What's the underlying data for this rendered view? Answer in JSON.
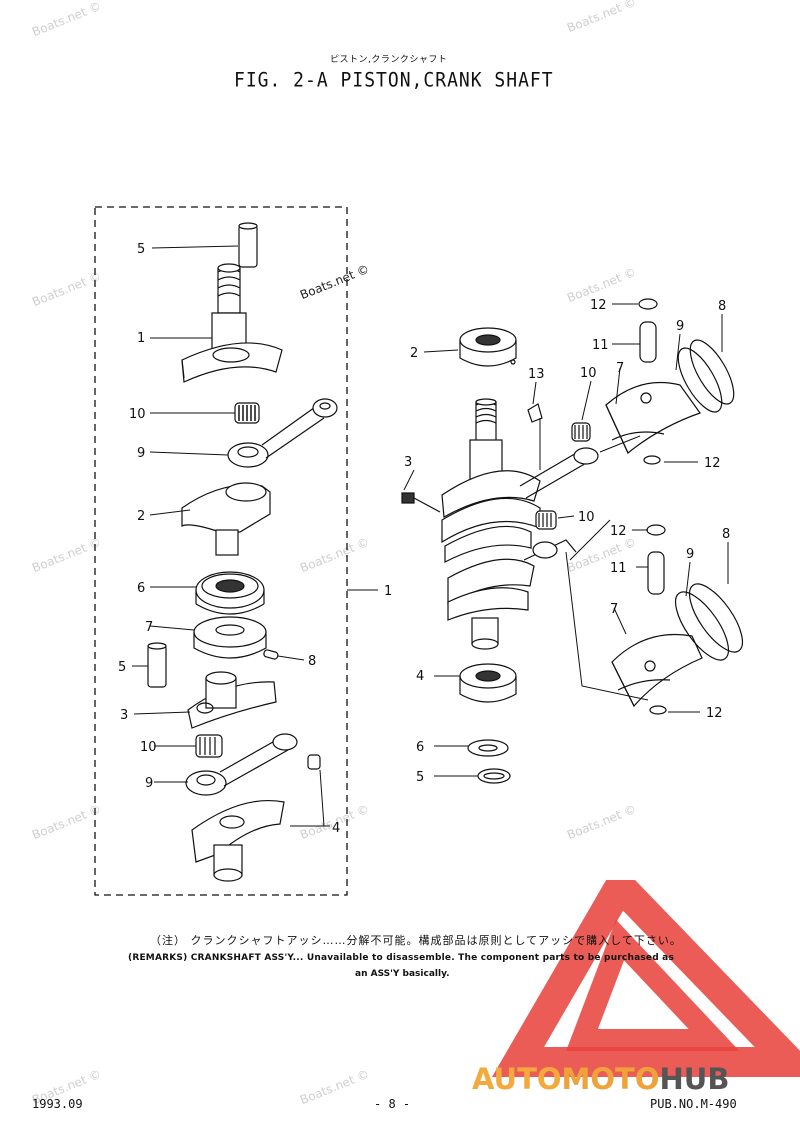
{
  "header": {
    "subtitle_jp": "ピストン,クランクシャフト",
    "title": "FIG.  2-A PISTON,CRANK SHAFT"
  },
  "watermark": {
    "text": "Boats.net ©"
  },
  "callouts": {
    "left_5_top": "5",
    "left_1": "1",
    "left_10_top": "10",
    "left_9_top": "9",
    "left_2": "2",
    "left_6": "6",
    "left_7": "7",
    "left_5_bottom": "5",
    "left_8": "8",
    "left_3": "3",
    "left_10_bottom": "10",
    "left_9_bottom": "9",
    "left_4": "4",
    "assy_1": "1",
    "right_2": "2",
    "right_13": "13",
    "right_10_top": "10",
    "right_7_top": "7",
    "right_9_top": "9",
    "right_8_top": "8",
    "right_11_top": "11",
    "right_12_top_a": "12",
    "right_12_top_b": "12",
    "right_3": "3",
    "right_10_mid": "10",
    "right_12_bot_a": "12",
    "right_11_bot": "11",
    "right_9_bot": "9",
    "right_8_bot": "8",
    "right_7_bot": "7",
    "right_4": "4",
    "right_12_bot_b": "12",
    "right_6": "6",
    "right_5": "5"
  },
  "remarks": {
    "jp": "（注） クランクシャフトアッシ……分解不可能。構成部品は原則としてアッシで購入して下さい。",
    "en_line1": "(REMARKS)   CRANKSHAFT ASS'Y... Unavailable to disassemble. The component parts to be purchased as",
    "en_line2": "an ASS'Y basically."
  },
  "footer": {
    "date": "1993.09",
    "page": "- 8 -",
    "pub_no": "PUB.NO.M-490"
  },
  "logo": {
    "part1": "AUTO",
    "part2": "MOTO",
    "part3": "HUB",
    "colors": {
      "triangle": "#e9403a",
      "auto": "#f4a93c",
      "hub": "#555555"
    }
  }
}
